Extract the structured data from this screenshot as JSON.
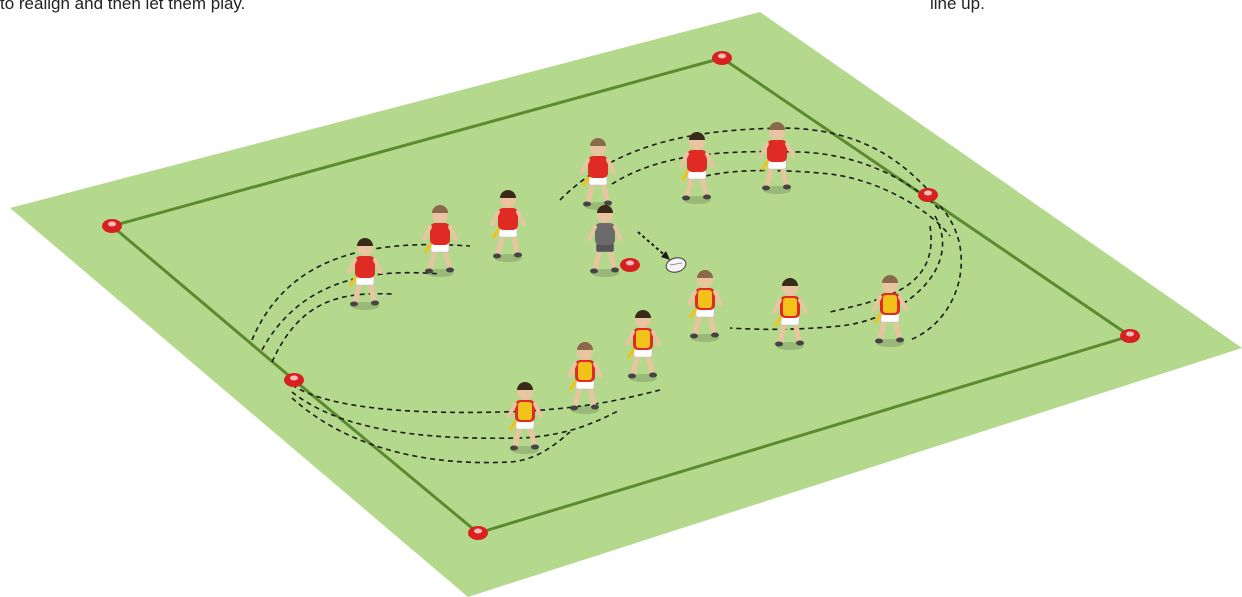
{
  "captions": {
    "left": "to realign and then let them play.",
    "right": "line up."
  },
  "colors": {
    "grass": "#b5d98c",
    "boundary": "#5c8a2e",
    "cone": "#d82020",
    "attacker_shirt": "#e02a24",
    "defender_bib": "#f2c21a",
    "coach": "#6b6b6b",
    "path": "#1a1a1a"
  },
  "icons": {
    "cone": "marker-cone-icon",
    "ball": "rugby-ball-icon",
    "attacker": "red-shirt-player-icon",
    "defender": "yellow-bib-player-icon",
    "coach": "coach-icon"
  },
  "players": {
    "red_count": 6,
    "yellow_count": 6,
    "coach_count": 1
  }
}
